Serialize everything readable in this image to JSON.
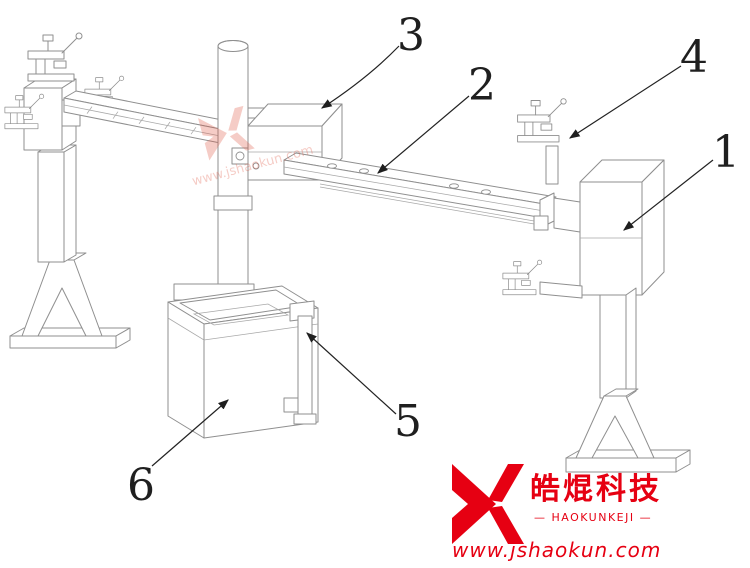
{
  "figure": {
    "description": "Patent-style isometric line drawing of a gantry machine with two stands, cross rails, toggle clamps, a central column and a tank",
    "callouts": [
      {
        "label": "1"
      },
      {
        "label": "2"
      },
      {
        "label": "3"
      },
      {
        "label": "4"
      },
      {
        "label": "5"
      },
      {
        "label": "6"
      }
    ]
  },
  "branding": {
    "logo_cn": "皓焜科技",
    "logo_en_display": "— HAOKUNKEJI —",
    "website": "www.jshaokun.com",
    "brand_color": "#e60012"
  },
  "watermark": {
    "text": "www.jshaokun.com"
  },
  "colors": {
    "line": "#8f8f8f",
    "callout": "#1f1f1f",
    "background": "#ffffff"
  }
}
